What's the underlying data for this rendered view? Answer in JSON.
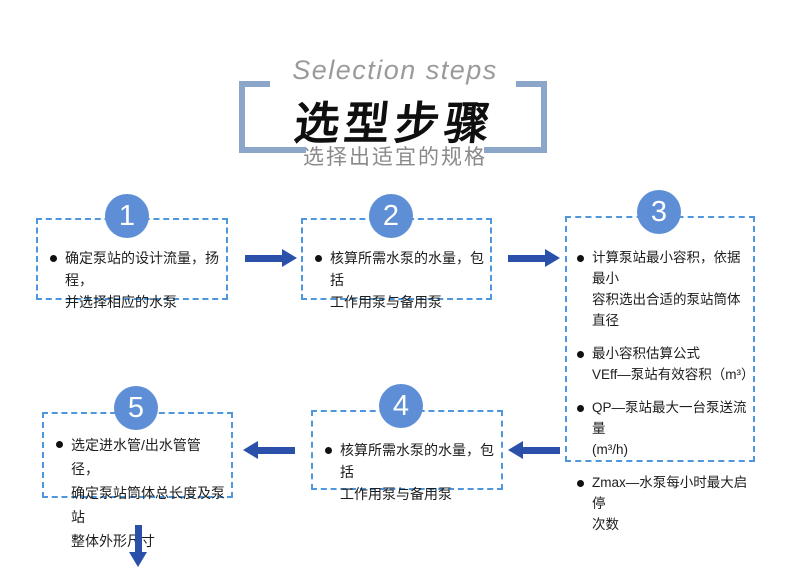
{
  "header": {
    "title_en": "Selection steps",
    "title_zh": "选型步骤",
    "subtitle": "选择出适宜的规格"
  },
  "steps": [
    {
      "number": "1",
      "bullets": [
        "确定泵站的设计流量，扬程，\n并选择相应的水泵"
      ]
    },
    {
      "number": "2",
      "bullets": [
        "核算所需水泵的水量，包括\n工作用泵与备用泵"
      ]
    },
    {
      "number": "3",
      "bullets": [
        "计算泵站最小容积，依据最小\n容积选出合适的泵站筒体直径",
        "最小容积估算公式\nVEff—泵站有效容积（m³）",
        "QP—泵站最大一台泵送流量\n(m³/h)",
        "Zmax—水泵每小时最大启停\n次数"
      ]
    },
    {
      "number": "4",
      "bullets": [
        "核算所需水泵的水量，包括\n工作用泵与备用泵"
      ]
    },
    {
      "number": "5",
      "bullets": [
        "选定进水管/出水管管径，\n确定泵站筒体总长度及泵站\n整体外形尺寸"
      ]
    }
  ],
  "colors": {
    "circle_blue": "#5e8fd6",
    "box_border_blue": "#4f97dd",
    "arrow_blue": "#2a50aa",
    "bracket_blue": "#8ba6c9",
    "title_black": "#0f0f0f",
    "gray_text": "#9a9a9a"
  }
}
